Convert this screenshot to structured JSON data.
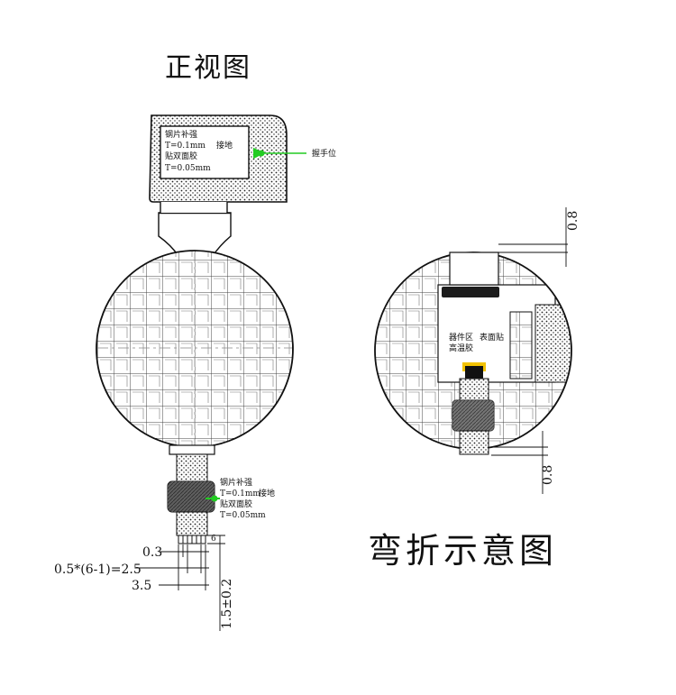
{
  "titles": {
    "front_view": "正视图",
    "bend_view": "弯折示意图"
  },
  "front_view": {
    "top_block_label_lines": [
      "钢片补强",
      "T=0.1mm",
      "贴双面胶",
      "T=0.05mm"
    ],
    "ground_label": "接地",
    "hand_position_label": "握手位",
    "lower_block_label_lines": [
      "钢片补强",
      "T=0.1mm",
      "贴双面胶",
      "T=0.05mm"
    ],
    "lower_ground_label": "接地",
    "dimensions": {
      "d_pitch": "0.3",
      "d_span": "0.5*(6-1)=2.5",
      "d_width": "3.5",
      "d_length": "1.5±0.2",
      "pin_count": "6"
    }
  },
  "bend_view": {
    "zone_label_1": "器件区",
    "zone_label_2": "表面贴",
    "zone_label_3": "高温胶",
    "dim_top": "0.8",
    "dim_bottom": "0.8"
  },
  "colors": {
    "line": "#111111",
    "pointer_green": "#22cc22",
    "marker_yellow": "#f2c200"
  }
}
